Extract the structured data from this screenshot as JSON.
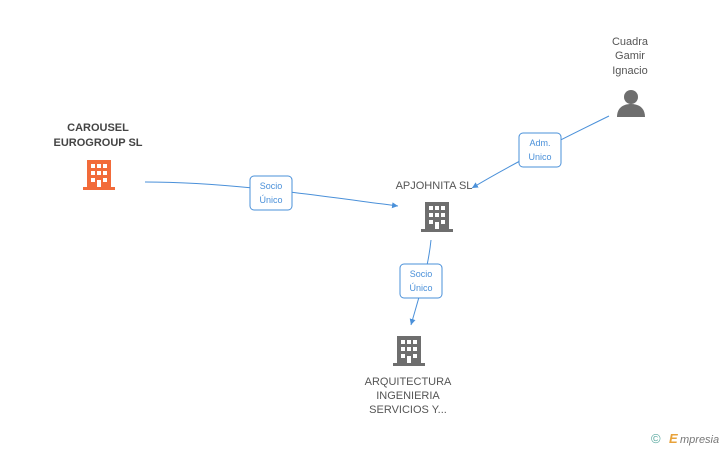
{
  "nodes": {
    "carousel": {
      "label_lines": [
        "CAROUSEL",
        "EUROGROUP SL"
      ],
      "color": "#f26b3a"
    },
    "apjohnita": {
      "label_lines": [
        "APJOHNITA SL"
      ],
      "color": "#6e6e6e"
    },
    "arquitectura": {
      "label_lines": [
        "ARQUITECTURA",
        "INGENIERIA",
        "SERVICIOS Y..."
      ],
      "color": "#6e6e6e"
    },
    "person": {
      "label_lines": [
        "Cuadra",
        "Gamir",
        "Ignacio"
      ],
      "color": "#6e6e6e"
    }
  },
  "edges": {
    "carousel_apjohnita": {
      "label_lines": [
        "Socio",
        "Único"
      ]
    },
    "person_apjohnita": {
      "label_lines": [
        "Adm.",
        "Unico"
      ]
    },
    "apjohnita_arquitectura": {
      "label_lines": [
        "Socio",
        "Único"
      ]
    }
  },
  "accent": "#4a90d9",
  "footer": {
    "copyright": "©",
    "brand_initial": "E",
    "brand_rest": "mpresia"
  }
}
